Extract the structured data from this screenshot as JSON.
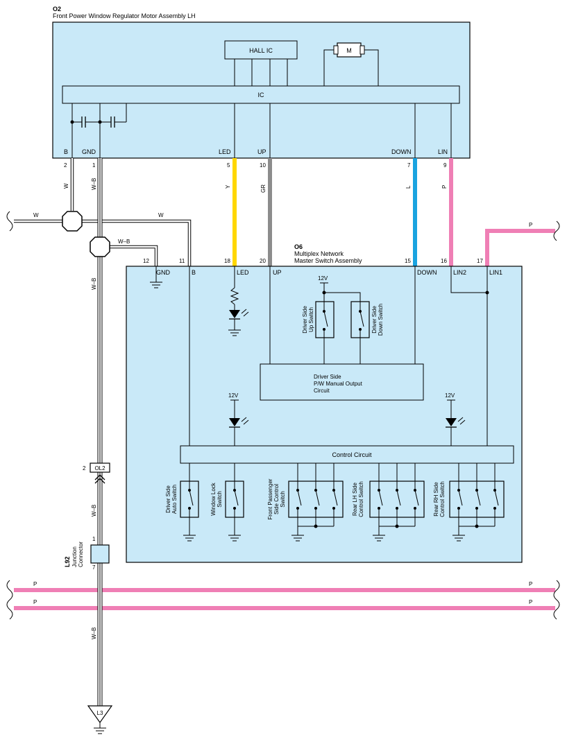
{
  "colors": {
    "box_fill": "#c9e9f8",
    "yellow": "#ffd700",
    "gray": "#8c8c8c",
    "blue": "#1aa3e0",
    "pink": "#ef7fb5"
  },
  "o2": {
    "id": "O2",
    "title": "Front Power Window Regulator Motor Assembly LH",
    "hall_ic": "HALL IC",
    "motor": "M",
    "ic": "IC",
    "pins": {
      "b": "B",
      "gnd": "GND",
      "led": "LED",
      "up": "UP",
      "down": "DOWN",
      "lin": "LIN",
      "b_num": "2",
      "gnd_num": "1",
      "led_num": "5",
      "up_num": "10",
      "down_num": "7",
      "lin_num": "9"
    }
  },
  "wires": {
    "w": "W",
    "wb": "W–B",
    "y": "Y",
    "gr": "GR",
    "l": "L",
    "p": "P"
  },
  "o6": {
    "id": "O6",
    "title_line1": "Multiplex Network",
    "title_line2": "Master Switch Assembly",
    "pins": {
      "gnd": "GND",
      "b": "B",
      "led": "LED",
      "up": "UP",
      "down": "DOWN",
      "lin2": "LIN2",
      "lin1": "LIN1",
      "gnd_num": "12",
      "b_num": "11",
      "led_num": "18",
      "up_num": "20",
      "down_num": "15",
      "lin2_num": "16",
      "lin1_num": "17"
    },
    "v12": "12V",
    "up_switch": [
      "Driver Side",
      "Up Switch"
    ],
    "down_switch": [
      "Driver Side",
      "Down Switch"
    ],
    "manual_output": [
      "Driver Side",
      "P/W Manual Output",
      "Circuit"
    ],
    "control_circuit": "Control Circuit",
    "auto_switch": [
      "Driver Side",
      "Auto Switch"
    ],
    "lock_switch": [
      "Window Lock",
      "Switch"
    ],
    "front_pass": [
      "Front Passenger",
      "Side Control",
      "Switch"
    ],
    "rear_lh": [
      "Rear LH Side",
      "Control Switch"
    ],
    "rear_rh": [
      "Rear RH Side",
      "Control Switch"
    ]
  },
  "ol2": {
    "label": "OL2",
    "num": "2"
  },
  "l92": {
    "id": "L92",
    "label_line1": "Junction",
    "label_line2": "Connector",
    "pin_top": "1",
    "pin_bottom": "7"
  },
  "ground": {
    "label": "L3"
  }
}
